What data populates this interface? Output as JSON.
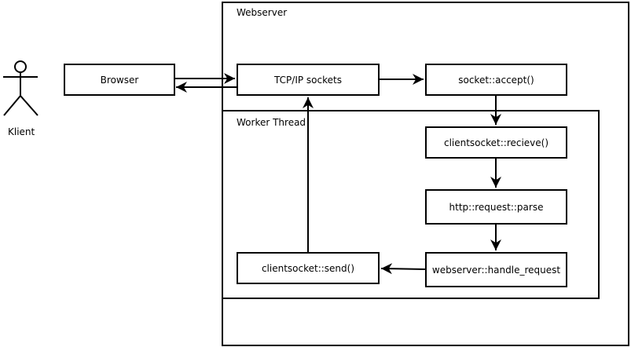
{
  "actor": {
    "label": "Klient"
  },
  "webserver": {
    "label": "Webserver"
  },
  "worker_thread": {
    "label": "Worker Thread"
  },
  "nodes": {
    "browser": "Browser",
    "tcp_ip_sockets": "TCP/IP sockets",
    "socket_accept": "socket::accept()",
    "clientsocket_recieve": "clientsocket::recieve()",
    "http_request_parse": "http::request::parse",
    "webserver_handle_request": "webserver::handle_request",
    "clientsocket_send": "clientsocket::send()"
  },
  "edges": [
    {
      "from": "browser",
      "to": "tcp_ip_sockets"
    },
    {
      "from": "tcp_ip_sockets",
      "to": "browser"
    },
    {
      "from": "tcp_ip_sockets",
      "to": "socket_accept"
    },
    {
      "from": "socket_accept",
      "to": "clientsocket_recieve"
    },
    {
      "from": "clientsocket_recieve",
      "to": "http_request_parse"
    },
    {
      "from": "http_request_parse",
      "to": "webserver_handle_request"
    },
    {
      "from": "webserver_handle_request",
      "to": "clientsocket_send"
    },
    {
      "from": "clientsocket_send",
      "to": "tcp_ip_sockets"
    }
  ]
}
